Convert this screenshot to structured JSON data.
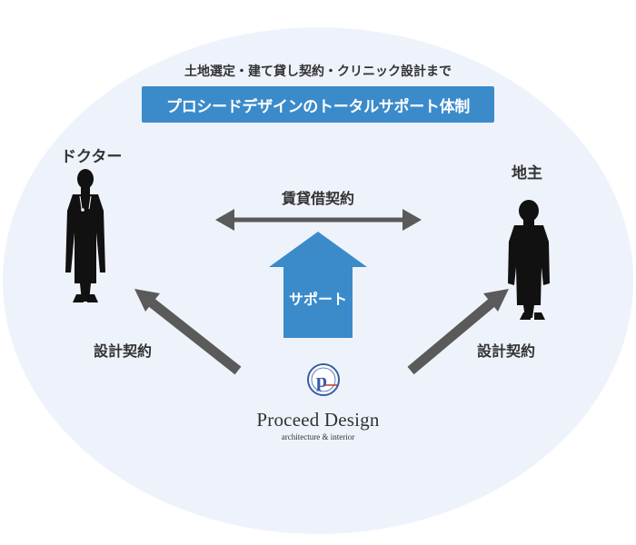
{
  "header": {
    "subtitle": "土地選定・建て貸し契約・クリニック設計まで",
    "title": "プロシードデザインのトータルサポート体制"
  },
  "parties": {
    "doctor": "ドクター",
    "landowner": "地主"
  },
  "relations": {
    "lease": "賃貸借契約",
    "design_contract_left": "設計契約",
    "design_contract_right": "設計契約",
    "support": "サポート"
  },
  "logo": {
    "name": "Proceed Design",
    "tagline": "architecture & interior",
    "mark_letter": "p"
  },
  "colors": {
    "background_ellipse": "#eef3fb",
    "accent_blue": "#3b8bcb",
    "arrow_gray": "#5a5a5a",
    "silhouette": "#111111",
    "text": "#333333"
  }
}
